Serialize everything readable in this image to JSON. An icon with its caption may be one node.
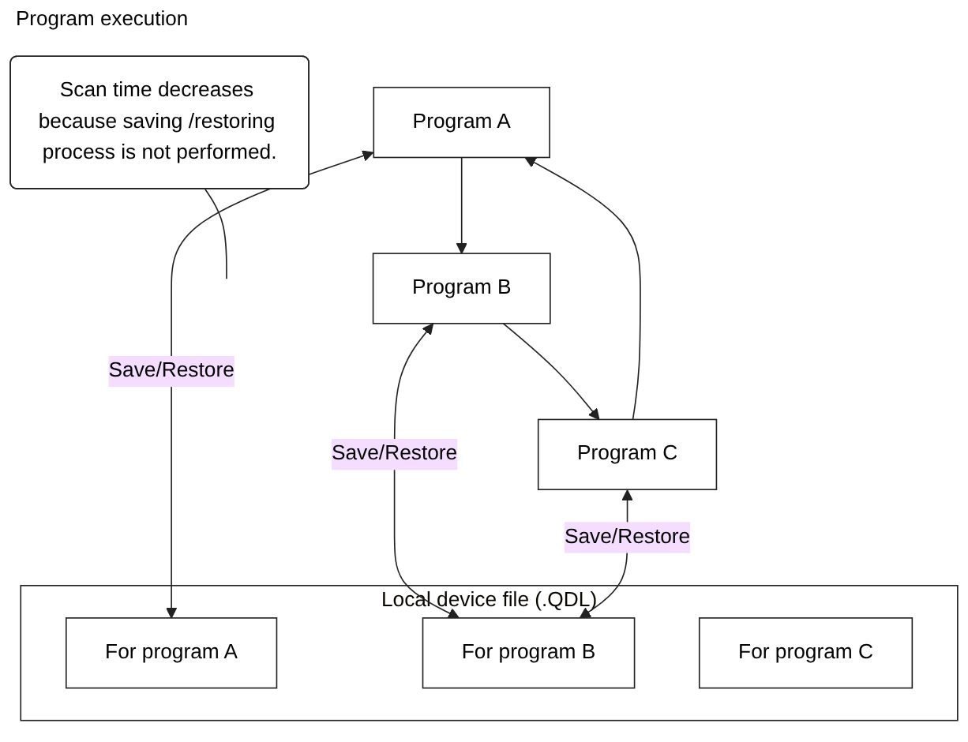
{
  "diagram": {
    "nodes": [
      {
        "text": [
          "Program A"
        ]
      },
      {
        "text": [
          "Program B"
        ]
      },
      {
        "text": [
          "Program C"
        ]
      },
      {
        "text": [
          "Local device file (.QDL)"
        ]
      },
      {
        "text": [
          "For program A"
        ],
        "in": 3
      },
      {
        "text": [
          "For program B"
        ],
        "in": 3
      },
      {
        "text": [
          "For program C"
        ],
        "in": 3
      },
      {
        "text": [
          "Scan time decreases because saving /restoring process is not performed."
        ]
      }
    ],
    "edges": [
      {
        "from": 0,
        "to": 1,
        "arrow": "to"
      },
      {
        "from": 1,
        "to": 2,
        "arrow": "to"
      },
      {
        "from": 2,
        "to": 0,
        "arrow": "to"
      },
      {
        "from": 0,
        "to": 4,
        "arrow": "both",
        "label": "Save/Restore"
      },
      {
        "from": 1,
        "to": 5,
        "arrow": "both",
        "label": "Save/Restore"
      },
      {
        "from": 2,
        "to": 5,
        "arrow": "both",
        "label": "Save/Restore"
      },
      {
        "from": 7,
        "to": null,
        "arrow": "none"
      }
    ],
    "labels": [
      "Program execution"
    ]
  }
}
